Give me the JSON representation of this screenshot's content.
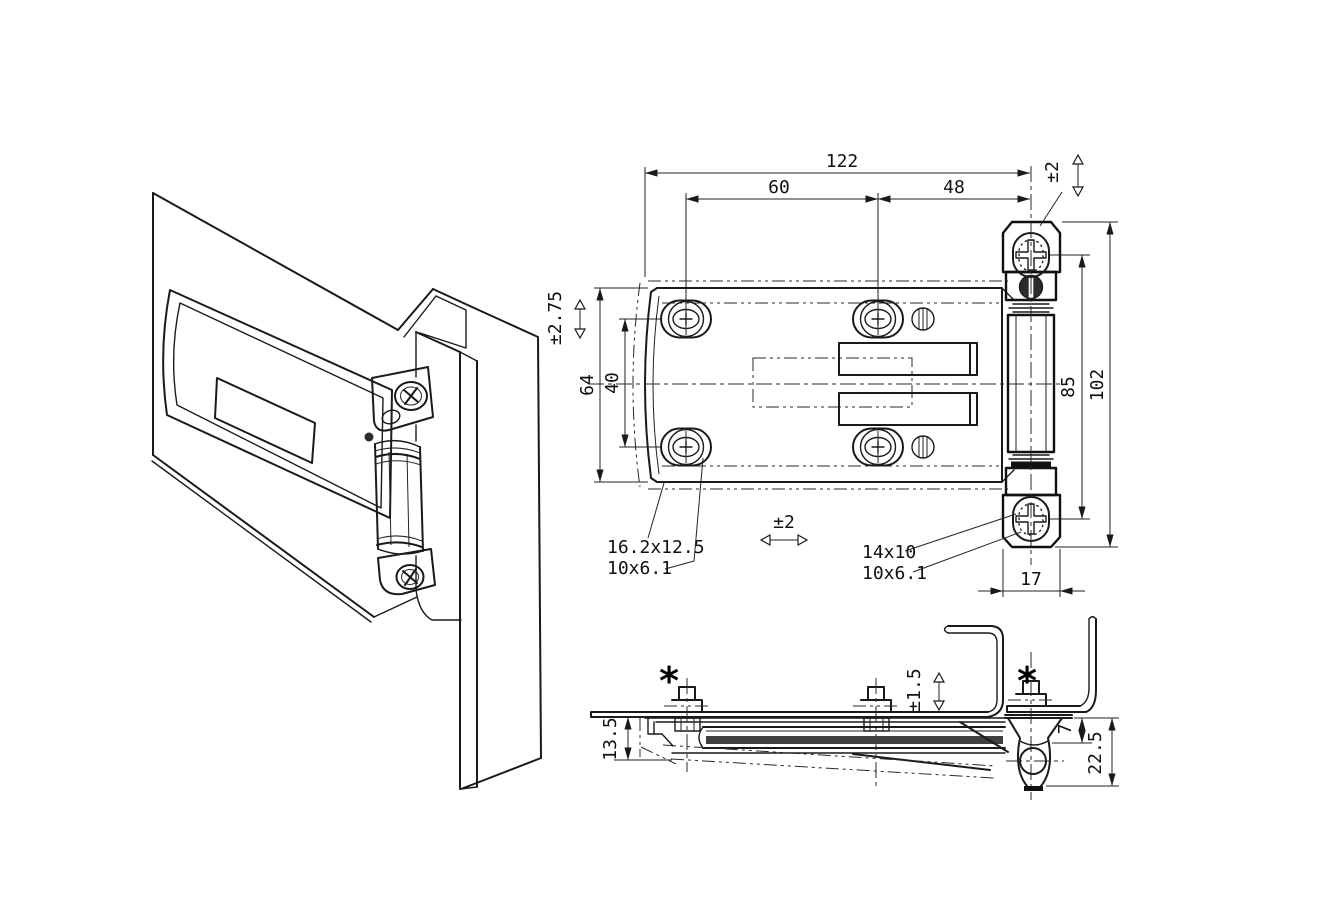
{
  "drawing": {
    "kind": "technical drawing, sheet-metal door hinge, three views",
    "colors": {
      "line": "#1a1a1a",
      "background": "#ffffff"
    },
    "top_view": {
      "dim_total": "122",
      "dim_left_span": "60",
      "dim_right_span": "48",
      "tol_top": "±2",
      "tol_left": "±2.75",
      "dim_height": "64",
      "dim_rows": "40",
      "dim_pin_span": "85",
      "dim_pillar": "102",
      "dim_block_width": "17",
      "tol_center": "±2",
      "note_left_1": "16.2x12.5",
      "note_left_2": "10x6.1",
      "note_right_1": "14x10",
      "note_right_2": "10x6.1"
    },
    "side_view": {
      "dim_depth": "13.5",
      "tol_height": "±1.5",
      "dim_boss": "7",
      "dim_bracket": "22.5",
      "star_left": "*",
      "star_right": "*"
    }
  }
}
